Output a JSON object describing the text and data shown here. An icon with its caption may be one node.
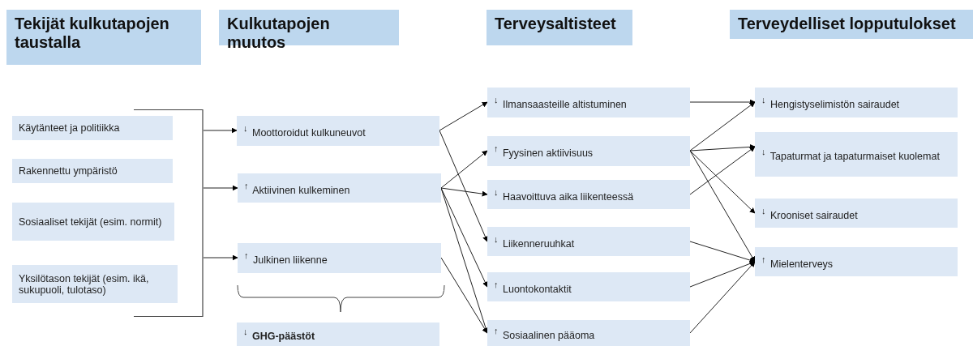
{
  "diagram": {
    "nodes": [
      {
        "text": [
          "Tekijät kulkutapojen taustalla"
        ]
      },
      {
        "text": [
          "Kulkutapojen muutos"
        ]
      },
      {
        "text": [
          "Terveysaltisteet"
        ]
      },
      {
        "text": [
          "Terveydelliset lopputulokset"
        ]
      },
      {
        "text": [
          "Käytänteet ja politiikka"
        ]
      },
      {
        "text": [
          "Rakennettu ympäristö"
        ]
      },
      {
        "text": [
          "Sosiaaliset tekijät (esim. normit)"
        ]
      },
      {
        "text": [
          "Yksilötason tekijät (esim. ikä, sukupuoli, tulotaso)"
        ]
      },
      {
        "text": [],
        "shape": "bracket"
      },
      {
        "text": [
          "$^{↓}$ Moottoroidut kulkuneuvot"
        ]
      },
      {
        "text": [
          "$^{↑}$ Aktiivinen kulkeminen"
        ]
      },
      {
        "text": [
          "$^{↑}$ Julkinen liikenne"
        ]
      },
      {
        "text": [
          "$^{↓}$ **GHG-päästöt**"
        ]
      },
      {
        "text": [
          "$^{↓}$ Ilmansaasteille altistuminen"
        ]
      },
      {
        "text": [
          "$^{↑}$ Fyysinen aktiivisuus"
        ]
      },
      {
        "text": [
          "$^{↓}$ Haavoittuva aika liikenteessä"
        ]
      },
      {
        "text": [
          "$^{↓}$ Liikenneruuhkat"
        ]
      },
      {
        "text": [
          "$^{↑}$ Luontokontaktit"
        ]
      },
      {
        "text": [
          "$^{↑}$ Sosiaalinen pääoma"
        ]
      },
      {
        "text": [
          "$^{↓}$ Hengistyselimistön sairaudet"
        ]
      },
      {
        "text": [
          "$^{↓}$ Tapaturmat ja tapaturmaiset kuolemat"
        ]
      },
      {
        "text": [
          "$^{↓}$ Krooniset sairaudet"
        ]
      },
      {
        "text": [
          "$^{↑}$ Mielenterveys"
        ]
      }
    ],
    "edges": [
      {
        "from": 8,
        "to": 9,
        "arrow": "to"
      },
      {
        "from": 8,
        "to": 10,
        "arrow": "to"
      },
      {
        "from": 8,
        "to": 11,
        "arrow": "to"
      },
      {
        "from": 9,
        "to": 13,
        "arrow": "to"
      },
      {
        "from": 9,
        "to": 16,
        "arrow": "to"
      },
      {
        "from": 10,
        "to": 14,
        "arrow": "to"
      },
      {
        "from": 10,
        "to": 15,
        "arrow": "to"
      },
      {
        "from": 10,
        "to": 17,
        "arrow": "to"
      },
      {
        "from": 10,
        "to": 18,
        "arrow": "to"
      },
      {
        "from": 11,
        "to": 18,
        "arrow": "to"
      },
      {
        "from": 13,
        "to": 19,
        "arrow": "to"
      },
      {
        "from": 14,
        "to": 19,
        "arrow": "to"
      },
      {
        "from": 14,
        "to": 20,
        "arrow": "to"
      },
      {
        "from": 14,
        "to": 21,
        "arrow": "to"
      },
      {
        "from": 14,
        "to": 22,
        "arrow": "to"
      },
      {
        "from": 15,
        "to": 20,
        "arrow": "to"
      },
      {
        "from": 16,
        "to": 22,
        "arrow": "to"
      },
      {
        "from": 17,
        "to": 22,
        "arrow": "to"
      },
      {
        "from": 18,
        "to": 22,
        "arrow": "to"
      }
    ]
  }
}
